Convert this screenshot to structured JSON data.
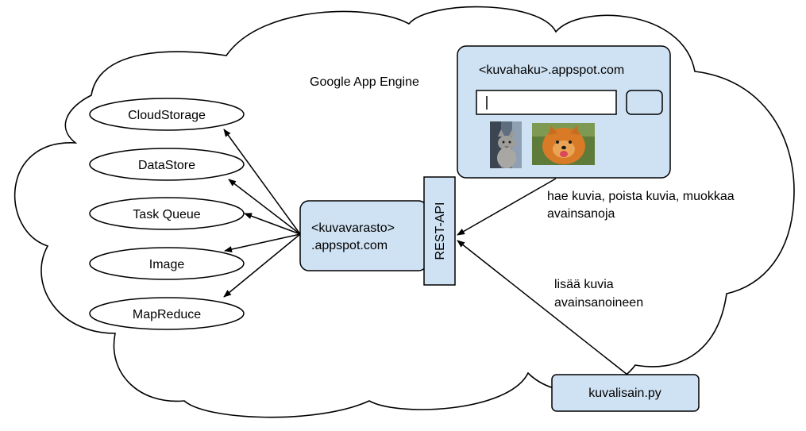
{
  "diagram": {
    "cloud_label": "Google App Engine",
    "services": [
      {
        "label": "CloudStorage"
      },
      {
        "label": "DataStore"
      },
      {
        "label": "Task Queue"
      },
      {
        "label": "Image"
      },
      {
        "label": "MapReduce"
      }
    ],
    "backend": {
      "line1": "<kuvavarasto>",
      "line2": ".appspot.com",
      "api_label": "REST-API"
    },
    "frontend": {
      "title": "<kuvahaku>.appspot.com",
      "search_value": "",
      "images": [
        "cat photo",
        "dog photo"
      ]
    },
    "frontend_action": {
      "line1": "hae kuvia, poista kuvia, muokkaa",
      "line2": "avainsanoja"
    },
    "script_action": {
      "line1": "lisää kuvia",
      "line2": "avainsanoineen"
    },
    "script": {
      "label": "kuvalisain.py"
    },
    "colors": {
      "box_fill": "#cfe2f3",
      "stroke": "#000000",
      "background": "#ffffff"
    }
  }
}
